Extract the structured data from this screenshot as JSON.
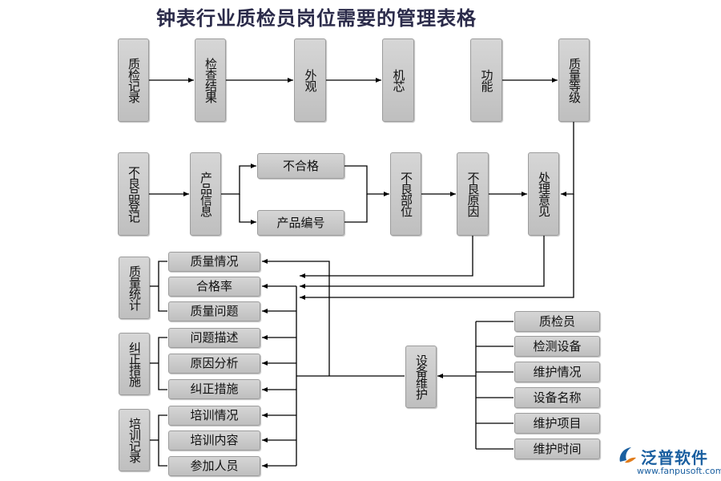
{
  "title": "钟表行业质检员岗位需要的管理表格",
  "nodes": {
    "zhijian_jilu": "质检记录",
    "jiancha_jieguo": "检查结果",
    "waiguan": "外观",
    "jixin": "机芯",
    "gongneng": "功能",
    "zhiliang_dengji": "质量等级",
    "buliangpin_dengji": "不良品登记",
    "chanpin_xinxi": "产品信息",
    "buhege": "不合格",
    "chanpin_bianhao": "产品编号",
    "buliang_buwei": "不良部位",
    "buliang_yuanyin": "不良原因",
    "chuli_yijian": "处理意见",
    "zhiliang_tongji": "质量统计",
    "zhiliang_qingkuang": "质量情况",
    "hegelv": "合格率",
    "zhiliang_wenti": "质量问题",
    "jiuzheng_cuoshi": "纠正措施",
    "wenti_miaoshu": "问题描述",
    "yuanyin_fenxi": "原因分析",
    "jiuzheng_cuoshi_item": "纠正措施",
    "peixun_jilu": "培训记录",
    "peixun_qingkuang": "培训情况",
    "peixun_neirong": "培训内容",
    "canjia_renyuan": "参加人员",
    "shebei_weihu": "设备维护",
    "zhijianyuan": "质检员",
    "jiance_shebei": "检测设备",
    "weihu_qingkuang": "维护情况",
    "shebei_mingcheng": "设备名称",
    "weihu_xiangmu": "维护项目",
    "weihu_shijian": "维护时间"
  },
  "logo": {
    "name": "泛普软件",
    "url": "www.fanpusoft.com"
  },
  "colors": {
    "box_fill": "#c8c8c8",
    "line": "#000000",
    "title": "#2b2b4a",
    "logo": "#1a5fa0"
  }
}
